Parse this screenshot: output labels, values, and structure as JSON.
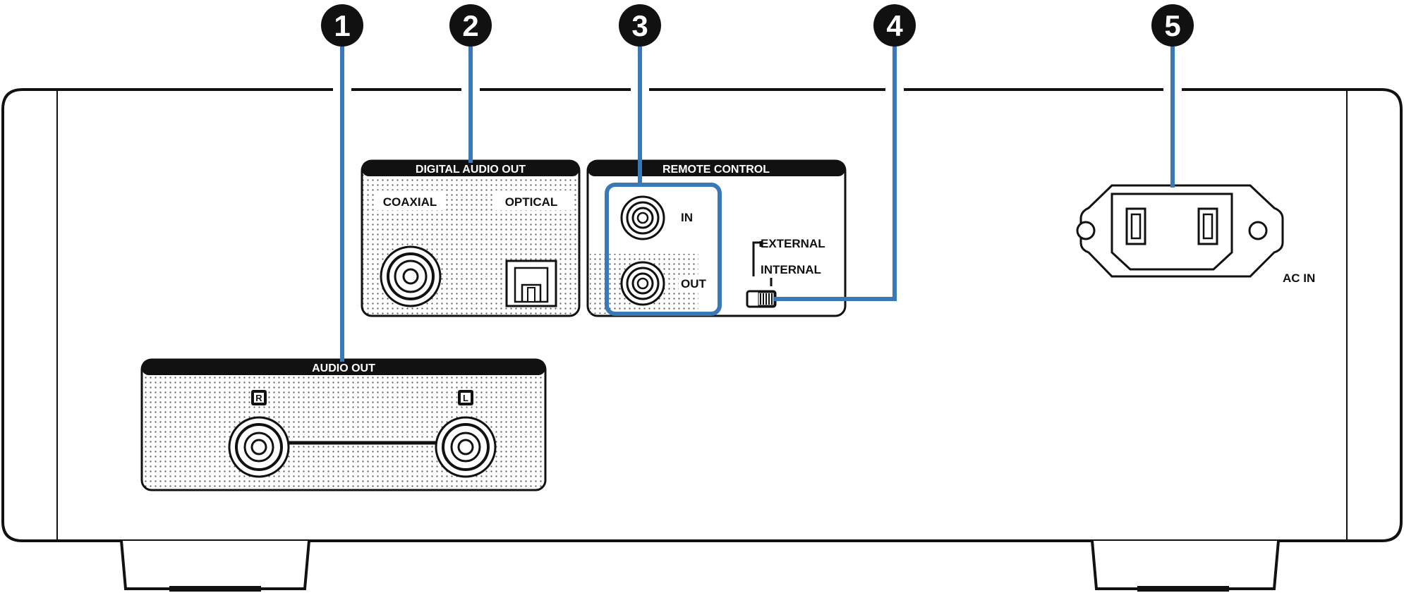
{
  "callouts": [
    "1",
    "2",
    "3",
    "4",
    "5"
  ],
  "panels": {
    "digital_audio_out": {
      "title": "DIGITAL AUDIO OUT",
      "coaxial": "COAXIAL",
      "optical": "OPTICAL"
    },
    "remote_control": {
      "title": "REMOTE CONTROL",
      "in": "IN",
      "out": "OUT",
      "external": "EXTERNAL",
      "internal": "INTERNAL"
    },
    "audio_out": {
      "title": "AUDIO OUT",
      "right": "R",
      "left": "L"
    },
    "power": {
      "ac_in": "AC IN"
    }
  },
  "colors": {
    "callout_line": "#3a78b8",
    "outline": "#111111",
    "badge": "#111111"
  }
}
